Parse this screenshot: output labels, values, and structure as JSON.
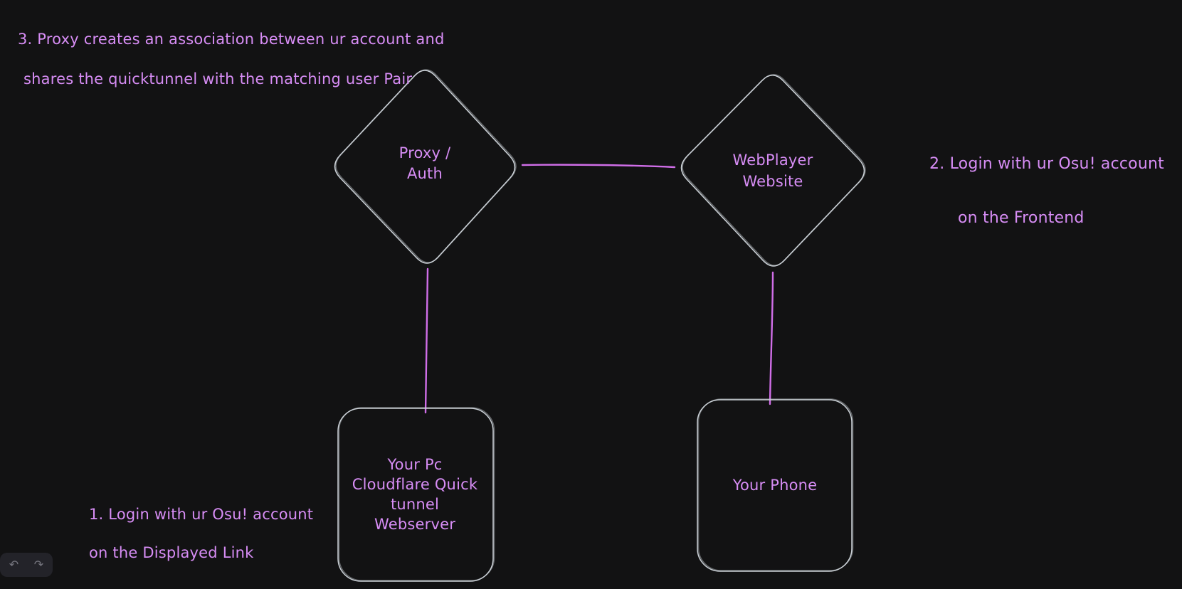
{
  "annotations": {
    "step3": {
      "line1": "3. Proxy creates an association between ur account and",
      "line2": "shares the quicktunnel with the matching user Pair"
    },
    "step2": {
      "line1": "2. Login with ur Osu! account",
      "line2": "on the Frontend"
    },
    "step1": {
      "line1": "1. Login with ur Osu! account",
      "line2": "on the Displayed Link"
    }
  },
  "nodes": {
    "proxy_auth": {
      "shape": "diamond",
      "label": "Proxy /\nAuth"
    },
    "webplayer": {
      "shape": "diamond",
      "label": "WebPlayer\nWebsite"
    },
    "your_pc": {
      "shape": "rounded-rectangle",
      "label": "Your Pc\nCloudflare Quick\ntunnel\nWebserver"
    },
    "your_phone": {
      "shape": "rounded-rectangle",
      "label": "Your Phone"
    }
  },
  "connectors": [
    {
      "from": "proxy_auth",
      "to": "webplayer"
    },
    {
      "from": "proxy_auth",
      "to": "your_pc"
    },
    {
      "from": "webplayer",
      "to": "your_phone"
    }
  ],
  "toolbar": {
    "undo": "↶",
    "redo": "↷"
  },
  "colors": {
    "background": "#121213",
    "shape_stroke": "#ccd2d8",
    "connector": "#d06ee8",
    "text": "#d78df5",
    "island_bg": "#232329",
    "icon": "#75757e"
  }
}
